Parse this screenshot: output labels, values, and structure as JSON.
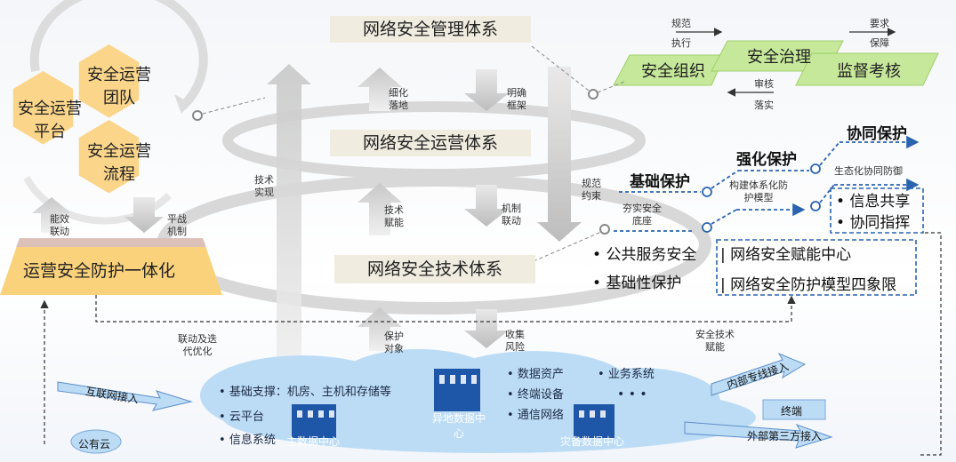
{
  "title": "网络安全管理体系",
  "governance": {
    "org": "安全组织",
    "gov": "安全治理",
    "audit": "监督考核",
    "spec": "规范",
    "exec": "执行",
    "require": "要求",
    "ensure": "保障",
    "review": "审核",
    "implement": "落实"
  },
  "hexes": {
    "platform": "安全运营平台",
    "team": "安全运营团队",
    "process": "安全运营流程"
  },
  "ops_system": "网络安全运营体系",
  "tech_system": "网络安全技术体系",
  "integration": "运营安全防护一体化",
  "arrows": {
    "refine": "细化落地",
    "frame": "明确框架",
    "tech_impl": "技术实现",
    "tech_enable": "技术赋能",
    "mech_link": "机制联动",
    "spec_constrain": "规范约束",
    "capacity_link": "能效联动",
    "war_mech": "平战机制",
    "link_iter": "联动及迭代优化",
    "protect_obj": "保护对象",
    "collect_risk": "收集风险",
    "sec_tech_enable": "安全技术赋能"
  },
  "protection": {
    "basic": "基础保护",
    "strengthen": "强化保护",
    "collab": "协同保护",
    "foundation": "夯实安全底座",
    "model": "构建体系化防护模型",
    "eco": "生态化协同防御",
    "public_service": "公共服务安全",
    "basic_protect": "基础性保护",
    "enable_center": "网络安全赋能中心",
    "four_quadrant": "网络安全防护模型四象限",
    "info_share": "信息共享",
    "collab_cmd": "协同指挥"
  },
  "cloud": {
    "infra": "基础支撑：机房、主机和存储等",
    "cloud_platform": "云平台",
    "info_sys": "信息系统",
    "data_asset": "数据资产",
    "business": "业务系统",
    "terminal_dev": "终端设备",
    "comm_net": "通信网络",
    "dots": "• • •",
    "main_dc": "主数据中心",
    "remote_dc": "异地数据中心",
    "backup_dc": "灾备数据中心",
    "internet": "互联网接入",
    "public_cloud": "公有云",
    "dedicated": "内部专线接入",
    "terminal": "终端",
    "third_party": "外部第三方接入"
  },
  "colors": {
    "hex": "#fbd58a",
    "green": "#c6e89a",
    "integration": "#fbd27c",
    "cloud": "#bcdcf6",
    "building": "#1f57a8",
    "dash": "#2a64b0"
  }
}
